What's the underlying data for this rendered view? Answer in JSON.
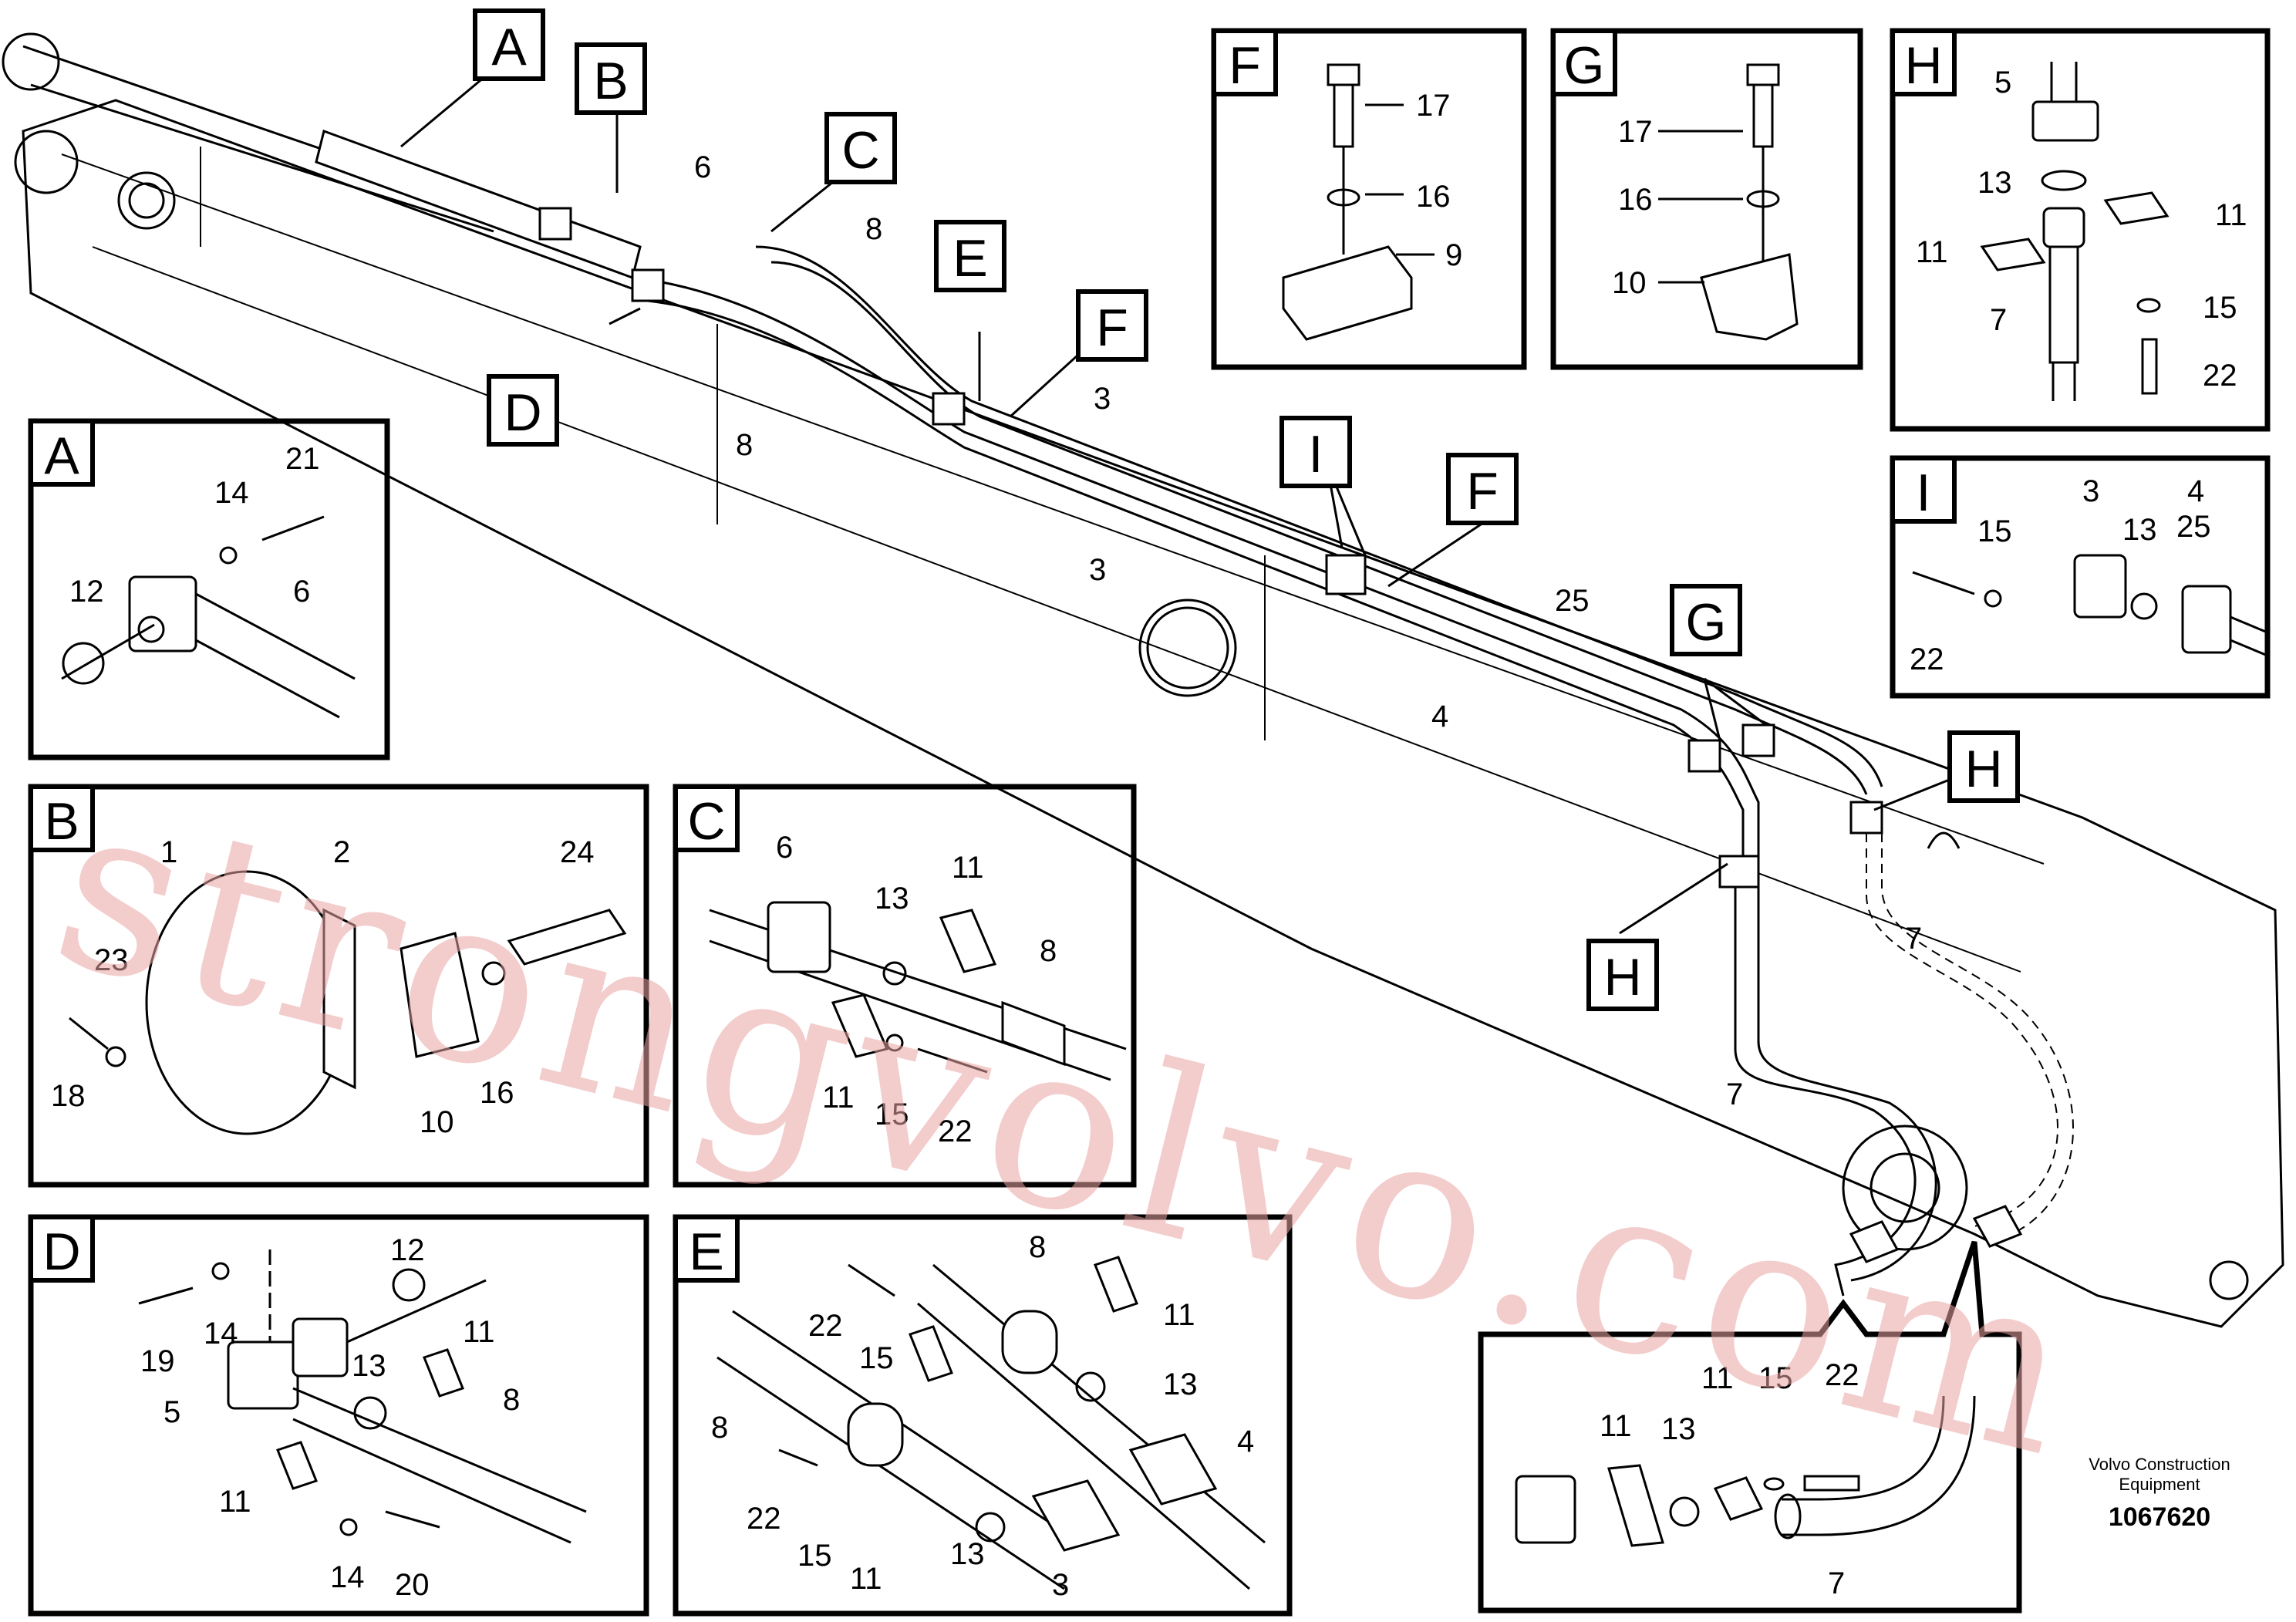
{
  "detail_tags": [
    "A",
    "B",
    "C",
    "D",
    "E",
    "F",
    "G",
    "H",
    "I"
  ],
  "main_view": {
    "tags": {
      "A": "A",
      "B": "B",
      "C": "C",
      "D": "D",
      "E": "E",
      "F1": "F",
      "F2": "F",
      "G": "G",
      "H1": "H",
      "H2": "H",
      "I": "I"
    },
    "numbers": {
      "n6": "6",
      "n8a": "8",
      "n8b": "8",
      "n3a": "3",
      "n3b": "3",
      "n25": "25",
      "n4": "4",
      "n7a": "7",
      "n7b": "7"
    }
  },
  "detail_A": {
    "tag": "A",
    "callouts": {
      "c14": "14",
      "c21": "21",
      "c12": "12",
      "c6": "6"
    }
  },
  "detail_B": {
    "tag": "B",
    "callouts": {
      "c1": "1",
      "c2": "2",
      "c24": "24",
      "c23": "23",
      "c18": "18",
      "c10": "10",
      "c16": "16"
    }
  },
  "detail_C": {
    "tag": "C",
    "callouts": {
      "c6": "6",
      "c13": "13",
      "c11a": "11",
      "c8": "8",
      "c11b": "11",
      "c15": "15",
      "c22": "22"
    }
  },
  "detail_D": {
    "tag": "D",
    "callouts": {
      "c12": "12",
      "c11a": "11",
      "c19": "19",
      "c14a": "14",
      "c13": "13",
      "c5": "5",
      "c8": "8",
      "c11b": "11",
      "c14b": "14",
      "c20": "20"
    }
  },
  "detail_E": {
    "tag": "E",
    "callouts": {
      "c8a": "8",
      "c22a": "22",
      "c15a": "15",
      "c11a": "11",
      "c13a": "13",
      "c8b": "8",
      "c4": "4",
      "c22b": "22",
      "c15b": "15",
      "c11b": "11",
      "c13b": "13",
      "c3": "3"
    }
  },
  "detail_F": {
    "tag": "F",
    "callouts": {
      "c17": "17",
      "c16": "16",
      "c9": "9"
    }
  },
  "detail_G": {
    "tag": "G",
    "callouts": {
      "c17": "17",
      "c16": "16",
      "c10": "10"
    }
  },
  "detail_H": {
    "tag": "H",
    "callouts": {
      "c5": "5",
      "c13": "13",
      "c11a": "11",
      "c11b": "11",
      "c15": "15",
      "c7": "7",
      "c22": "22"
    }
  },
  "detail_I": {
    "tag": "I",
    "callouts": {
      "c3": "3",
      "c4": "4",
      "c25": "25",
      "c15": "15",
      "c13": "13",
      "c22": "22"
    }
  },
  "detail_bottom": {
    "callouts": {
      "c11a": "11",
      "c15": "15",
      "c22": "22",
      "c11b": "11",
      "c13": "13",
      "c7": "7"
    }
  },
  "credit": {
    "line1": "Volvo Construction",
    "line2": "Equipment",
    "doc_no": "1067620"
  },
  "watermark": "strongvolvo.com"
}
